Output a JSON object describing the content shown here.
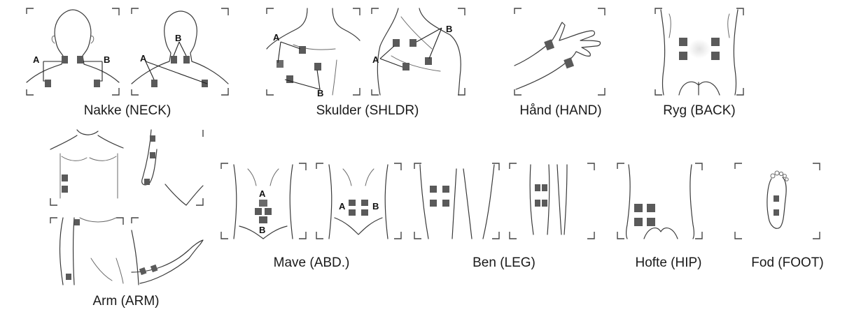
{
  "captions": {
    "neck": "Nakke (NECK)",
    "shoulder": "Skulder (SHLDR)",
    "hand": "Hånd (HAND)",
    "back": "Ryg (BACK)",
    "arm": "Arm (ARM)",
    "abd": "Mave (ABD.)",
    "leg": "Ben (LEG)",
    "hip": "Hofte (HIP)",
    "foot": "Fod (FOOT)"
  },
  "labels": {
    "a": "A",
    "b": "B"
  },
  "colors": {
    "outline": "#3a3a3a",
    "pad": "#5a5a5a",
    "text": "#1a1a1a"
  }
}
